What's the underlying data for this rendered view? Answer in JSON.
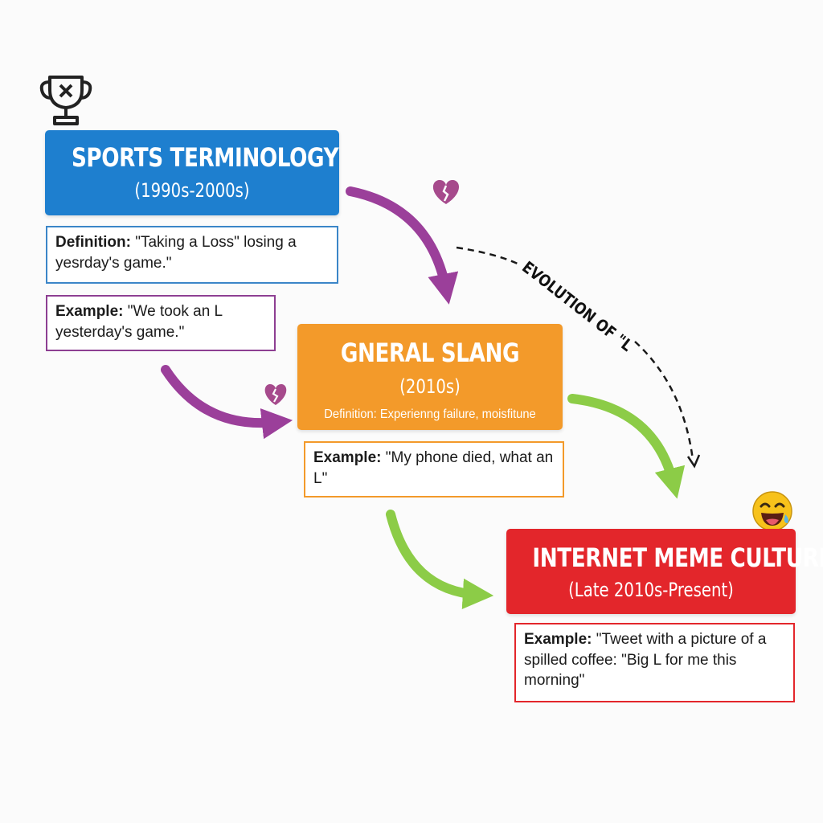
{
  "stages": {
    "sports": {
      "title": "SPORTS TERMINOLOGY",
      "period": "(1990s-2000s)",
      "color": "#1e7fcf",
      "definition_label": "Definition:",
      "definition_text": " \"Taking a Loss\" losing a yesrday's game.\"",
      "example_label": "Example:",
      "example_text": " \"We took an L yesterday's game.\""
    },
    "slang": {
      "title": "GNERAL SLANG",
      "period": "(2010s)",
      "color": "#f39a2a",
      "definition": "Definition: Experienng failure, moisfitune",
      "example_label": "Example:",
      "example_text": " \"My phone died, what an L\""
    },
    "meme": {
      "title": "INTERNET MEME CULTURE",
      "period": "(Late 2010s-Present)",
      "color": "#e3262b",
      "example_label": "Example:",
      "example_text": " \"Tweet with a picture of a spilled coffee: \"Big L for me this morning\""
    }
  },
  "evolution_label": "EVOLUTION OF \"L",
  "colors": {
    "purple_arrow": "#9b3f9a",
    "green_arrow": "#8ccc47",
    "dashed_arrow": "#1a1a1a",
    "heart": "#a64a8c"
  },
  "icons": [
    "trophy-icon",
    "broken-heart-icon",
    "broken-heart-icon",
    "laughing-emoji-icon"
  ]
}
